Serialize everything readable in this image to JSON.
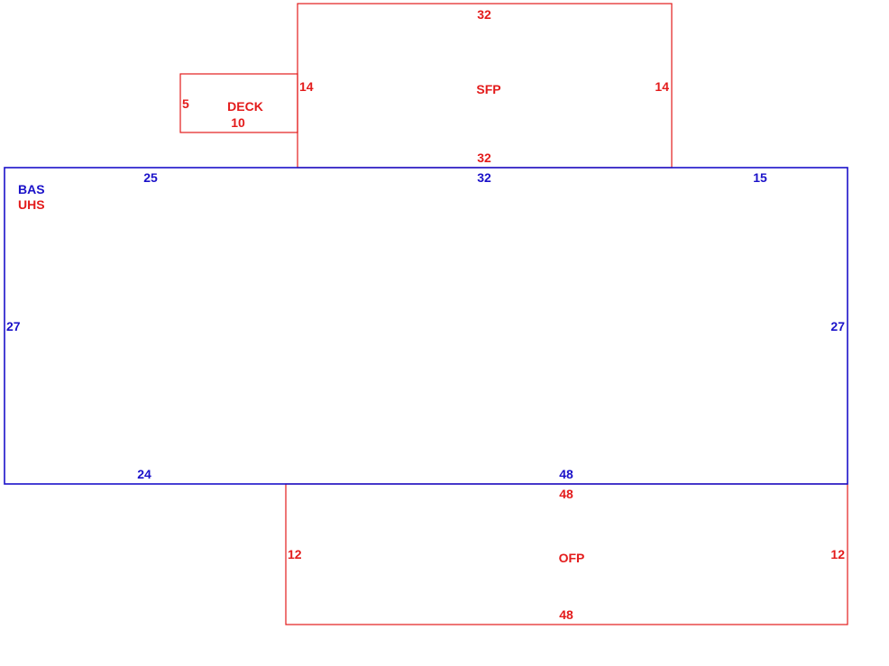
{
  "colors": {
    "red": "#e31b1b",
    "blue": "#1a11c9"
  },
  "areas": {
    "bas": {
      "label": "BAS",
      "secondary_label": "UHS",
      "top_left": "25",
      "top_mid": "32",
      "top_right": "15",
      "left": "27",
      "right": "27",
      "bottom_left": "24",
      "bottom_right": "48"
    },
    "sfp": {
      "label": "SFP",
      "top": "32",
      "bottom": "32",
      "left": "14",
      "right": "14"
    },
    "deck": {
      "label": "DECK",
      "left": "5",
      "bottom": "10"
    },
    "ofp": {
      "label": "OFP",
      "top": "48",
      "bottom": "48",
      "left": "12",
      "right": "12"
    }
  }
}
